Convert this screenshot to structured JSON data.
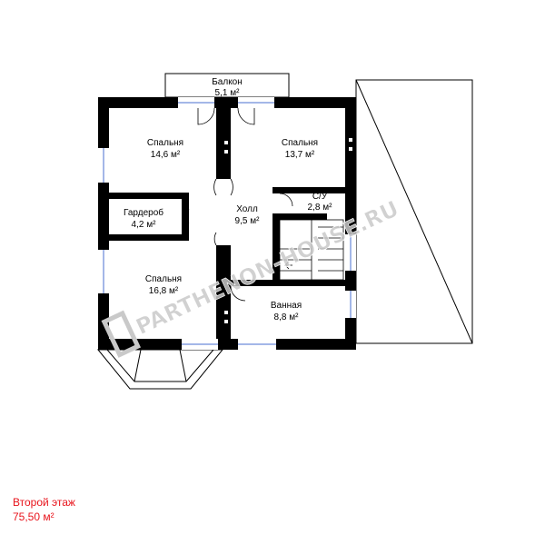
{
  "rooms": {
    "balcony": {
      "name": "Балкон",
      "area": "5,1 м²"
    },
    "bedroom_1": {
      "name": "Спальня",
      "area": "14,6 м²"
    },
    "bedroom_2": {
      "name": "Спальня",
      "area": "13,7 м²"
    },
    "wardrobe": {
      "name": "Гардероб",
      "area": "4,2 м²"
    },
    "hall": {
      "name": "Холл",
      "area": "9,5 м²"
    },
    "wc": {
      "name": "С/У",
      "area": "2,8 м²"
    },
    "bedroom_3": {
      "name": "Спальня",
      "area": "16,8 м²"
    },
    "bathroom": {
      "name": "Ванная",
      "area": "8,8 м²"
    }
  },
  "watermark": {
    "text": "PARTHENON-HOUSE.RU"
  },
  "footer": {
    "floor_name": "Второй этаж",
    "total_area": "75,50 м²"
  },
  "colors": {
    "walls": "#000000",
    "windows": "#4a6fd1",
    "caption": "#e8141c",
    "watermark": "#c9c9c9"
  }
}
